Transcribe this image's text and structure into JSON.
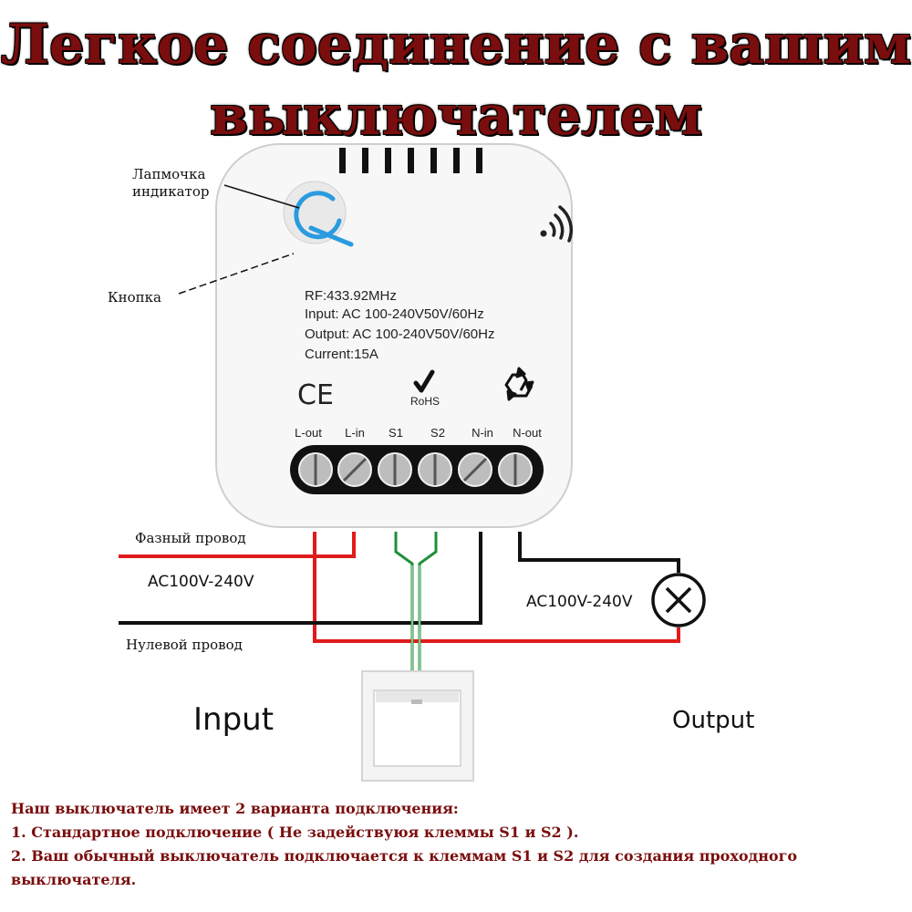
{
  "title": {
    "line1": "Легкое соединение с вашим",
    "line2": "выключателем"
  },
  "labels": {
    "indicator_line1": "Лапмочка",
    "indicator_line2": "индикатор",
    "button": "Кнопка",
    "phase_wire": "Фазный провод",
    "neutral_wire": "Нулевой провод",
    "ac_input": "AC100V-240V",
    "ac_output": "AC100V-240V",
    "input": "Input",
    "output": "Output"
  },
  "device": {
    "rf": "RF:433.92MHz",
    "input_spec": "Input:  AC 100-240V50V/60Hz",
    "output_spec": "Output:  AC 100-240V50V/60Hz",
    "current": "Current:15A",
    "ce_mark": "CE",
    "rohs_mark": "RoHS",
    "terminals": [
      "L-out",
      "L-in",
      "S1",
      "S2",
      "N-in",
      "N-out"
    ]
  },
  "notes": {
    "line1": "Наш выключатель имеет 2 варианта подключения:",
    "line2": "1. Стандартное подключение ( Не задействуюя клеммы S1 и S2 ).",
    "line3": "2. Ваш обычный выключатель подключается к клеммам S1 и S2 для создания проходного",
    "line4": "выключателя."
  },
  "colors": {
    "phase": "#e11b1b",
    "neutral": "#111111",
    "switch_wire": "#1e8f3a",
    "indicator": "#2a9be0",
    "title": "#7a0d0d"
  }
}
